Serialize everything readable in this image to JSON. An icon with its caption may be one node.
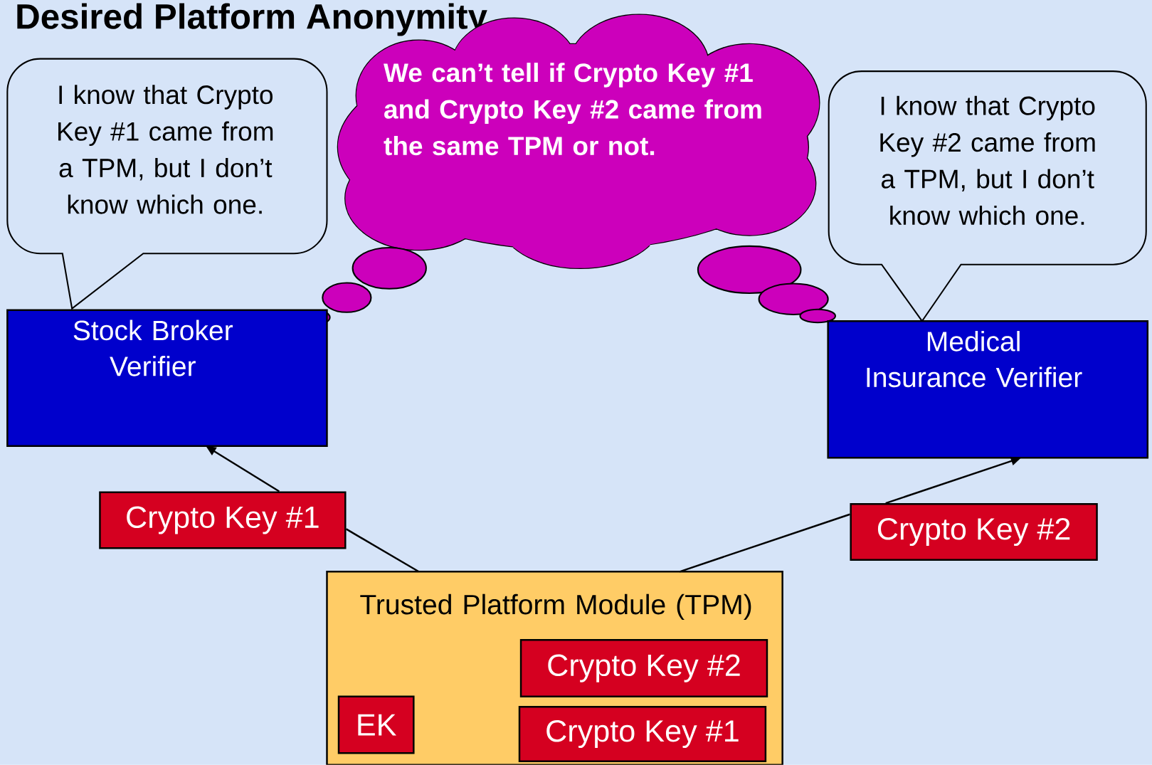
{
  "diagram": {
    "title": "Desired Platform Anonymity",
    "nodes": [
      {
        "text": [
          "I know that Crypto Key #1 came from a TPM, but I don’t know which one."
        ]
      },
      {
        "text": [
          "We can’t tell if Crypto Key #1 and Crypto Key #2 came from the same TPM or not."
        ]
      },
      {
        "text": [
          "I know that Crypto Key #2 came from a TPM, but I don’t know which one."
        ]
      },
      {
        "text": [
          "Stock Broker Verifier"
        ]
      },
      {
        "text": [
          "Medical Insurance Verifier"
        ]
      },
      {
        "text": [
          "Crypto Key #1"
        ]
      },
      {
        "text": [
          "Crypto Key #2"
        ]
      },
      {
        "text": [
          "Trusted Platform Module (TPM)"
        ]
      },
      {
        "text": [
          "Crypto Key #2"
        ],
        "in": 7
      },
      {
        "text": [
          "EK"
        ],
        "in": 7
      },
      {
        "text": [
          "Crypto Key #1"
        ],
        "in": 7
      }
    ],
    "edges": [
      {
        "from": 7,
        "to": 5,
        "arrow": "none"
      },
      {
        "from": 5,
        "to": 3,
        "arrow": "to"
      },
      {
        "from": 7,
        "to": 6,
        "arrow": "none"
      },
      {
        "from": 6,
        "to": 4,
        "arrow": "to"
      }
    ]
  }
}
